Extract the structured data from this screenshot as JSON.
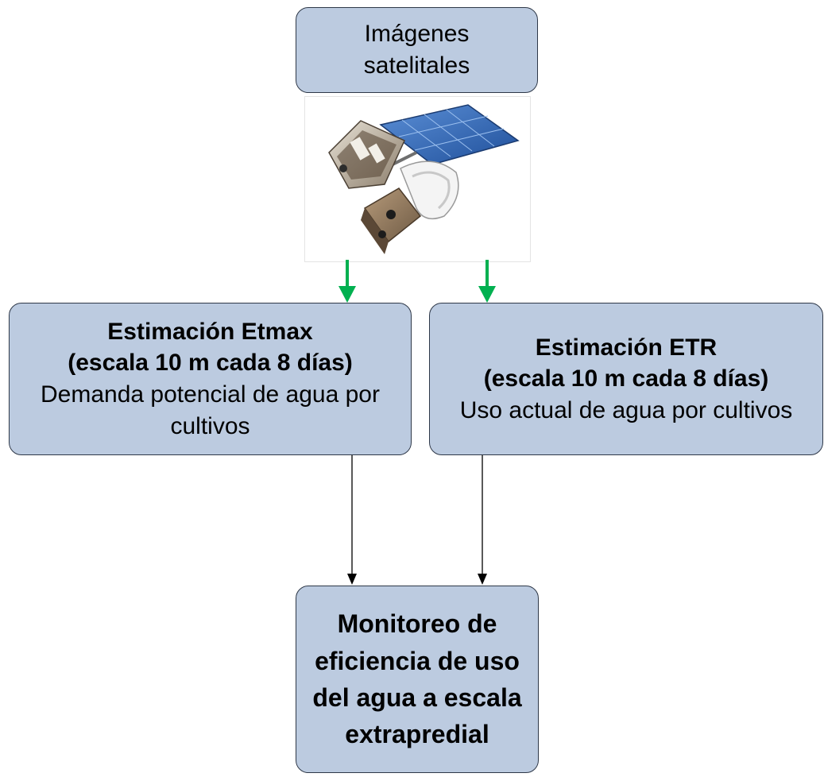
{
  "nodes": {
    "satellite_images": {
      "line1": "Imágenes",
      "line2": "satelitales"
    },
    "etmax": {
      "title": "Estimación Etmax",
      "scale": "(escala 10 m cada 8 días)",
      "desc_line1": "Demanda potencial de agua por",
      "desc_line2": "cultivos"
    },
    "etr": {
      "title": "Estimación ETR",
      "scale": "(escala 10 m cada 8 días)",
      "desc": "Uso actual de agua por cultivos"
    },
    "monitoring": {
      "line1": "Monitoreo de",
      "line2": "eficiencia de uso",
      "line3": "del agua a escala",
      "line4": "extrapredial"
    }
  },
  "colors": {
    "box_fill": "#bccbe0",
    "box_border": "#2e3848",
    "green_arrow": "#00b050",
    "black_arrow": "#000000"
  },
  "images": {
    "satellite": "satellite-illustration"
  }
}
